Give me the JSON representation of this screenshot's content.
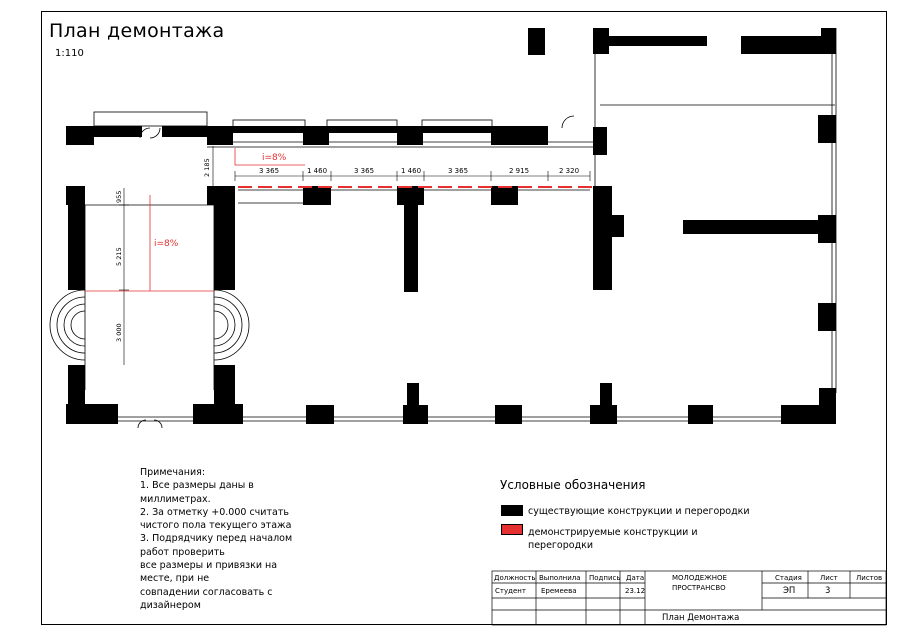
{
  "drawing": {
    "title": "План демонтажа",
    "scale": "1:110"
  },
  "plan": {
    "slope_labels": [
      "i=8%",
      "i=8%"
    ],
    "horizontal_dims": [
      "3 365",
      "1 460",
      "3 365",
      "1 460",
      "3 365",
      "2 915",
      "2 320"
    ],
    "vertical_dims": [
      "2 185",
      "955",
      "5 215",
      "3 000"
    ]
  },
  "notes": {
    "heading": "Примечания:",
    "lines": [
      "1. Все размеры даны в",
      "миллиметрах.",
      "2. За отметку +0.000 считать",
      "чистого пола текущего этажа",
      "3. Подрядчику перед началом",
      "работ проверить",
      "все размеры и привязки на",
      "месте, при не",
      "совпадении согласовать с",
      "дизайнером"
    ]
  },
  "legend": {
    "title": "Условные обозначения",
    "items": [
      {
        "label": "существующие конструкции и перегородки",
        "color": "#000000"
      },
      {
        "label": "демонстрируемые конструкции и перегородки",
        "color": "#e53030"
      }
    ]
  },
  "title_block": {
    "headers": {
      "position": "Должность",
      "performed": "Выполнила",
      "signature": "Подпись",
      "date": "Дата",
      "stage": "Стадия",
      "sheet": "Лист",
      "sheets": "Листов"
    },
    "row": {
      "position": "Студент",
      "performed": "Еремеева",
      "date": "23.12"
    },
    "project_line1": "МОЛОДЕЖНОЕ",
    "project_line2": "ПРОСТРАНСВО",
    "stage_value": "ЭП",
    "sheet_value": "3",
    "drawing_name": "План Демонтажа"
  }
}
